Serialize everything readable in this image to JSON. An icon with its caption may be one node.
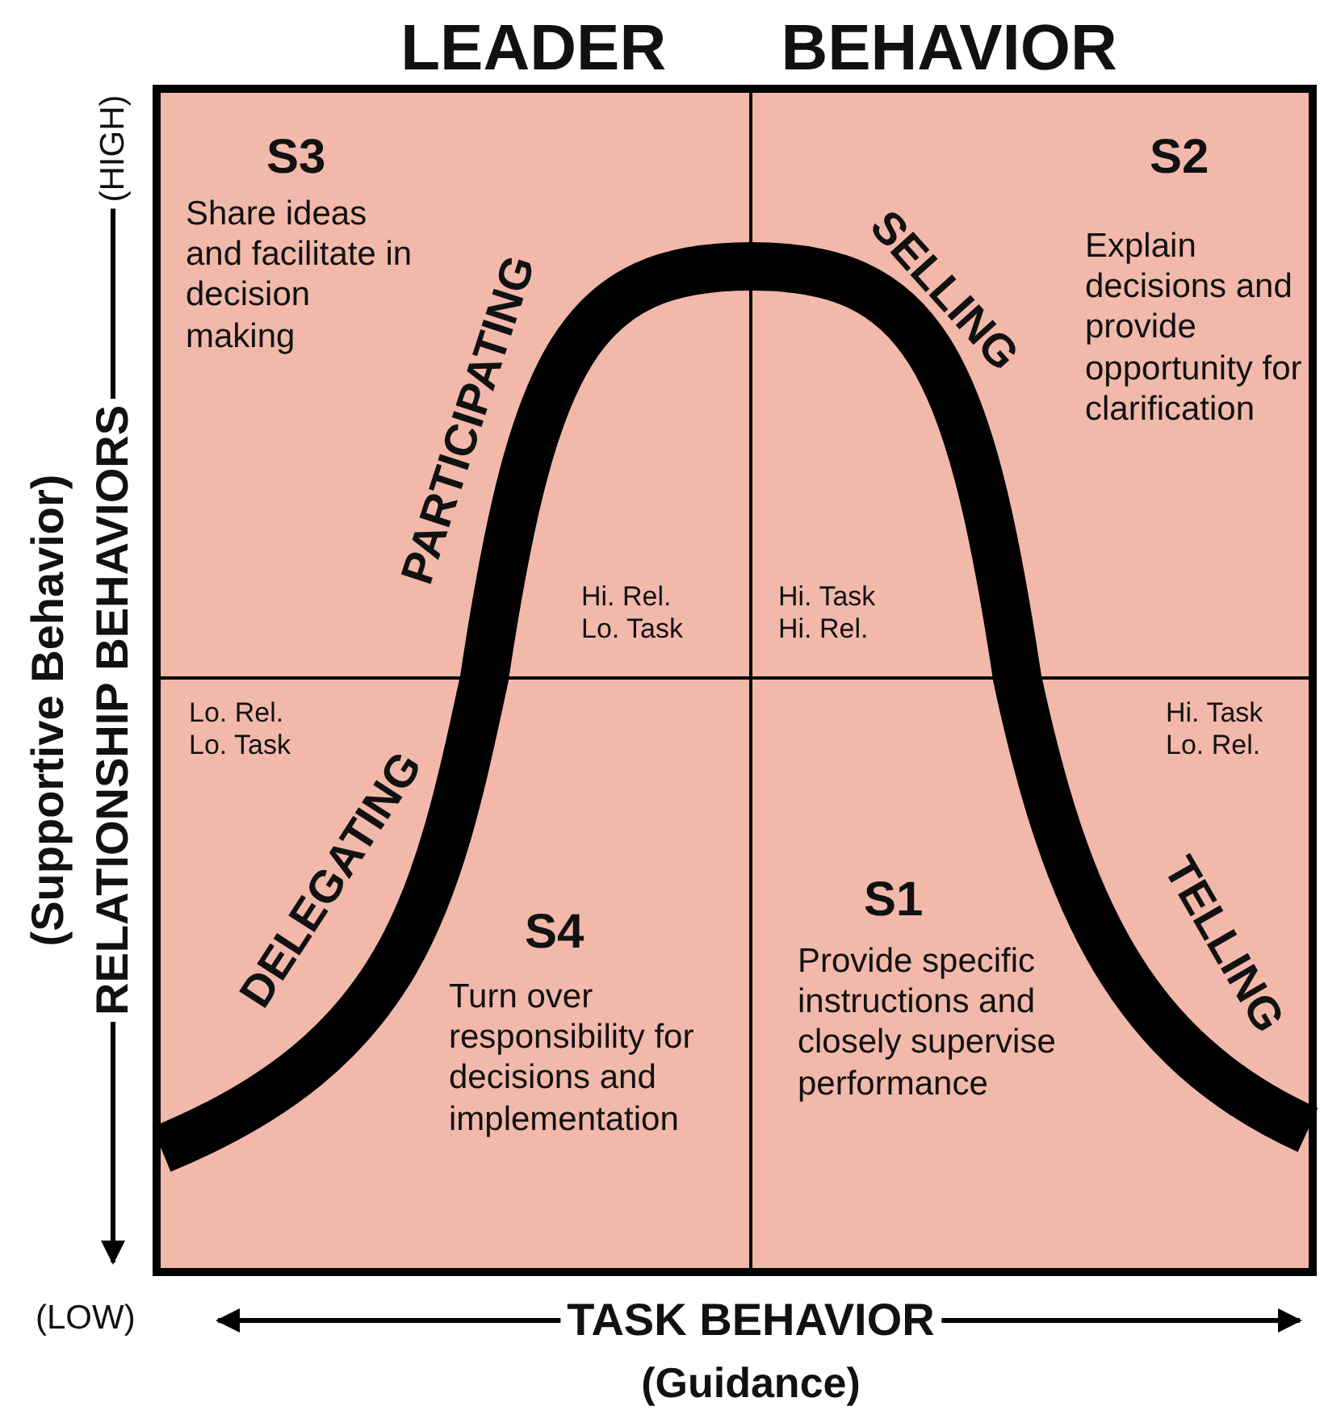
{
  "diagram": {
    "title": "LEADER BEHAVIOR",
    "labels": [
      "S3",
      "Share ideas and facilitate in decision making",
      "S2",
      "Explain decisions and provide opportunity for clarification",
      "PARTICIPATING",
      "SELLING",
      "Hi. Rel. Lo. Task",
      "Hi. Task Hi. Rel.",
      "Lo. Rel. Lo. Task",
      "Hi. Task Lo. Rel.",
      "DELEGATING",
      "TELLING",
      "S4",
      "Turn over responsibility for decisions and implementation",
      "S1",
      "Provide specific instructions and closely supervise performance",
      "(Supportive Behavior)",
      "(HIGH)",
      "RELATIONSHIP BEHAVIORS",
      "(LOW)",
      "TASK BEHAVIOR",
      "(Guidance)"
    ]
  }
}
